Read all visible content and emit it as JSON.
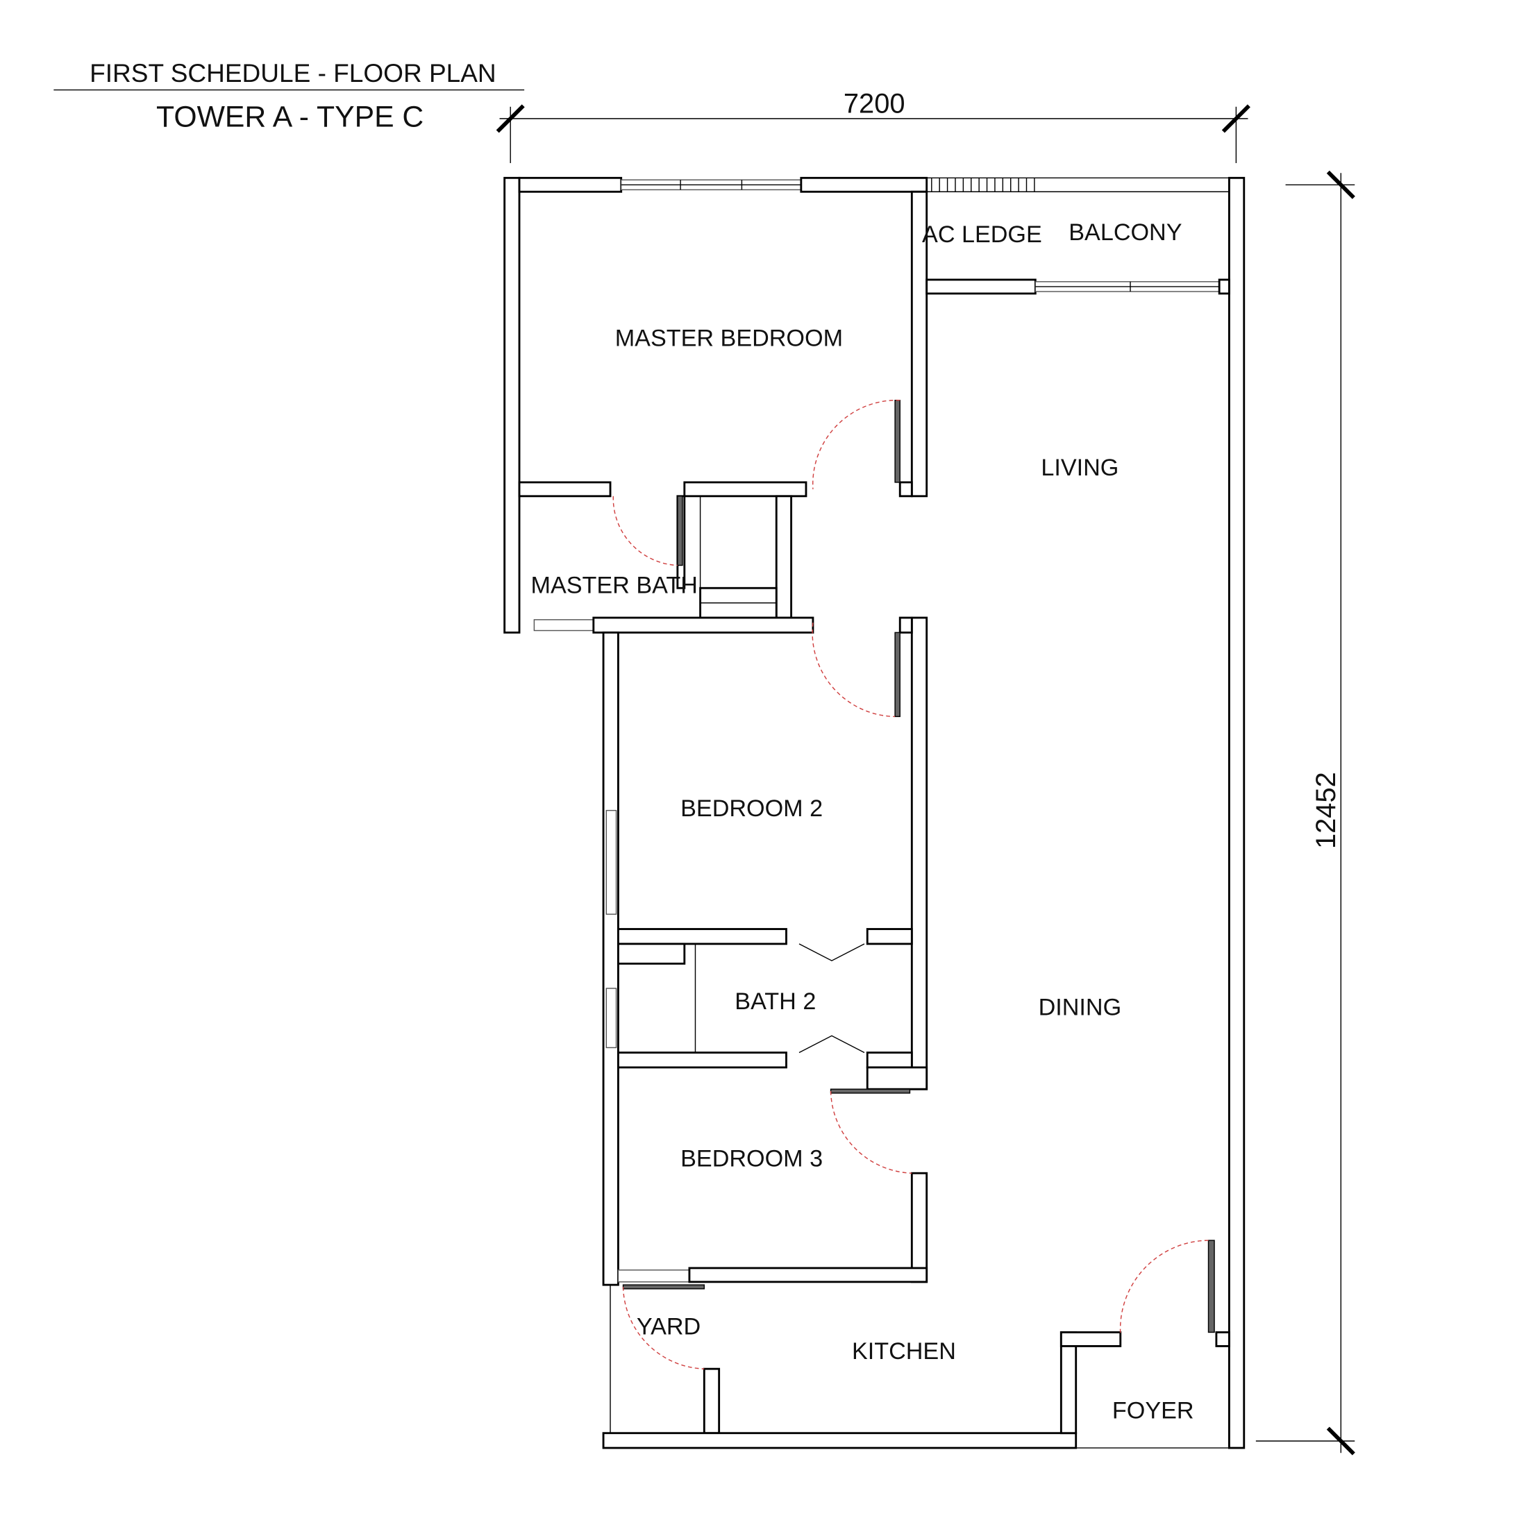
{
  "header": {
    "schedule_title": "FIRST SCHEDULE - FLOOR PLAN",
    "unit_title": "TOWER A - TYPE C"
  },
  "dimensions": {
    "width": "7200",
    "depth": "12452"
  },
  "rooms": {
    "ac_ledge": "AC LEDGE",
    "balcony": "BALCONY",
    "master_bedroom": "MASTER BEDROOM",
    "living": "LIVING",
    "master_bath": "MASTER BATH",
    "bedroom_2": "BEDROOM 2",
    "bath_2": "BATH 2",
    "dining": "DINING",
    "bedroom_3": "BEDROOM 3",
    "yard": "YARD",
    "kitchen": "KITCHEN",
    "foyer": "FOYER"
  },
  "colors": {
    "wall": "#000000",
    "door_swing": "#d04040"
  }
}
